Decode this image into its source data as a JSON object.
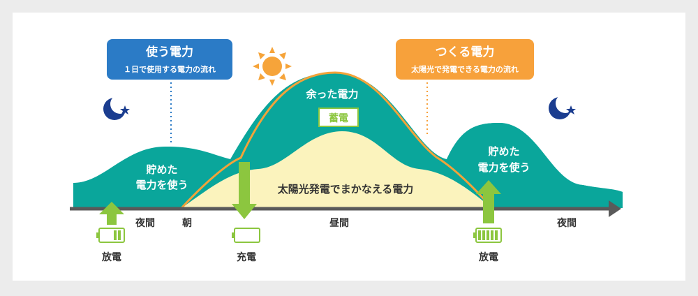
{
  "callouts": {
    "use": {
      "title": "使う電力",
      "sub": "１日で使用する電力の流れ"
    },
    "make": {
      "title": "つくる電力",
      "sub": "太陽光で発電できる電力の流れ"
    }
  },
  "areas": {
    "surplus": "余った電力",
    "storage": "蓄電",
    "solar": "太陽光発電でまかなえる電力",
    "left_stored_1": "貯めた",
    "left_stored_2": "電力を使う",
    "right_stored_1": "貯めた",
    "right_stored_2": "電力を使う"
  },
  "timeline": {
    "night_left": "夜間",
    "morning": "朝",
    "day": "昼間",
    "night_right": "夜間"
  },
  "battery": {
    "discharge_left": "放電",
    "charge": "充電",
    "discharge_right": "放電"
  },
  "colors": {
    "background": "#ececec",
    "panel": "#ffffff",
    "teal": "#0aa69b",
    "solar_fill": "#fbf3bd",
    "solar_line": "#f2a33a",
    "green": "#8cc63f",
    "blue": "#2b7bc6",
    "orange": "#f7a13b",
    "navy": "#1b3d8f",
    "sun": "#f6a43a",
    "axis": "#5a5a5a"
  },
  "icons": [
    "moon-icon",
    "star-icon",
    "sun-icon",
    "battery-icon",
    "up-arrow-icon",
    "down-arrow-icon"
  ]
}
